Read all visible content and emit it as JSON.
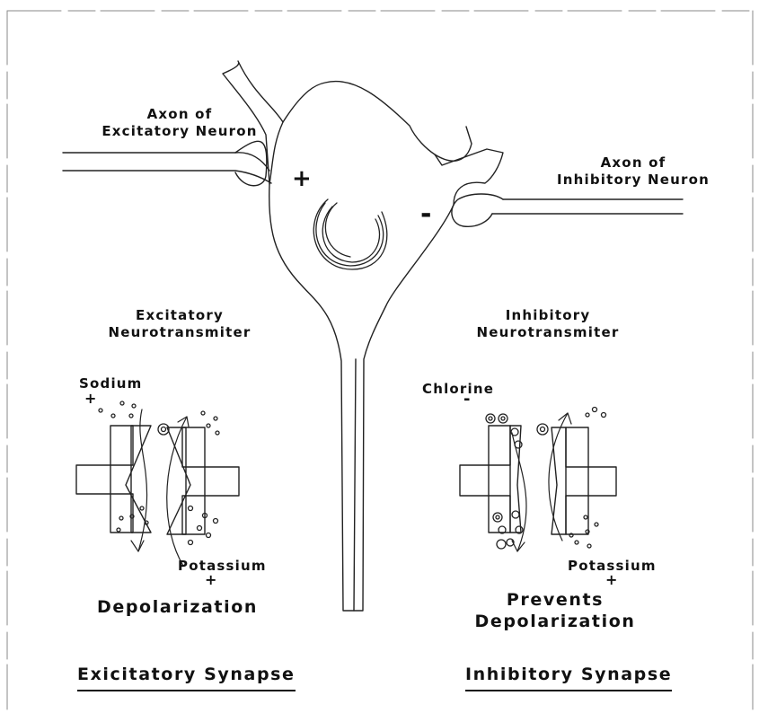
{
  "neuron": {
    "excitatory_axon_label": [
      "Axon of",
      "Excitatory Neuron"
    ],
    "inhibitory_axon_label": [
      "Axon of",
      "Inhibitory Neuron"
    ],
    "plus_sign": "+",
    "minus_sign": "-"
  },
  "excitatory": {
    "transmitter_label": [
      "Excitatory",
      "Neurotransmiter"
    ],
    "ion_in_label": "Sodium",
    "ion_in_sign": "+",
    "ion_out_label": "Potassium",
    "ion_out_sign": "+",
    "effect_label": "Depolarization",
    "title": "Exicitatory Synapse"
  },
  "inhibitory": {
    "transmitter_label": [
      "Inhibitory",
      "Neurotransmiter"
    ],
    "ion_in_label": "Chlorine",
    "ion_in_sign": "-",
    "ion_out_label": "Potassium",
    "ion_out_sign": "+",
    "effect_label": [
      "Prevents",
      "Depolarization"
    ],
    "title": "Inhibitory Synapse"
  }
}
